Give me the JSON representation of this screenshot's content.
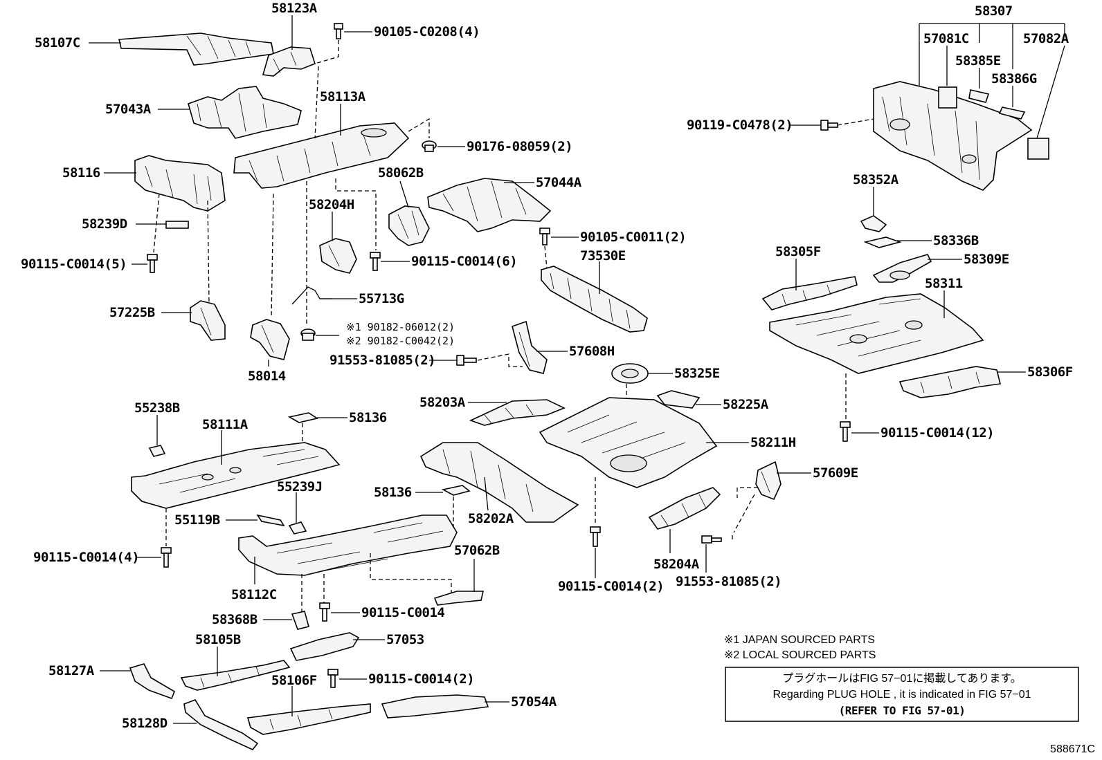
{
  "labels": {
    "p58123A": "58123A",
    "p58107C": "58107C",
    "p90105C0208": "90105-C0208(4)",
    "p57043A": "57043A",
    "p58113A": "58113A",
    "p90176": "90176-08059(2)",
    "p58116": "58116",
    "p58062B": "58062B",
    "p57044A": "57044A",
    "p58204H": "58204H",
    "p58239D": "58239D",
    "p90105C0011": "90105-C0011(2)",
    "p90115_5": "90115-C0014(5)",
    "p90115_6": "90115-C0014(6)",
    "p73530E": "73530E",
    "p55713G": "55713G",
    "p57225B": "57225B",
    "p90182a": "※1 90182-06012(2)",
    "p90182b": "※2 90182-C0042(2)",
    "p91553a": "91553-81085(2)",
    "p57608H": "57608H",
    "p58014": "58014",
    "p58325E": "58325E",
    "p55238B": "55238B",
    "p58136a": "58136",
    "p58203A": "58203A",
    "p58225A": "58225A",
    "p58111A": "58111A",
    "p58211H": "58211H",
    "p55239J": "55239J",
    "p58136b": "58136",
    "p57609E": "57609E",
    "p55119B": "55119B",
    "p58202A": "58202A",
    "p90115_4": "90115-C0014(4)",
    "p57062B": "57062B",
    "p58204A": "58204A",
    "p58112C": "58112C",
    "p90115_2b": "90115-C0014(2)",
    "p91553b": "91553-81085(2)",
    "p90115_1": "90115-C0014",
    "p58368B": "58368B",
    "p58105B": "58105B",
    "p57053": "57053",
    "p58127A": "58127A",
    "p90115_2": "90115-C0014(2)",
    "p58106F": "58106F",
    "p57054A": "57054A",
    "p58128D": "58128D",
    "p58307": "58307",
    "p57081C": "57081C",
    "p57082A": "57082A",
    "p58385E": "58385E",
    "p58386G": "58386G",
    "p90119": "90119-C0478(2)",
    "p58352A": "58352A",
    "p58336B": "58336B",
    "p58305F": "58305F",
    "p58309E": "58309E",
    "p58311": "58311",
    "p58306F": "58306F",
    "p90115_12": "90115-C0014(12)"
  },
  "notes": {
    "note1": "※1 JAPAN SOURCED PARTS",
    "note2": "※2 LOCAL SOURCED PARTS",
    "box_jp": "プラグホールはFIG 57−01に掲載してあります。",
    "box_en": "Regarding  PLUG  HOLE , it is indicated in FIG  57−01",
    "box_ref": "(REFER TO FIG 57-01)"
  },
  "ref_code": "588671C"
}
